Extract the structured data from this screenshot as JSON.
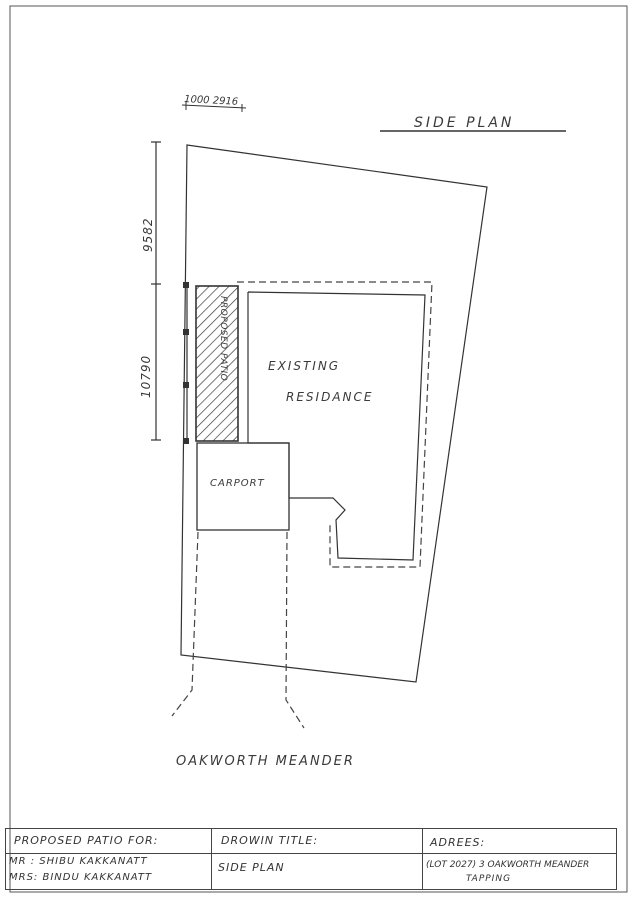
{
  "drawing": {
    "title": "SIDE PLAN",
    "scale_label": "1000 2916",
    "dim_upper": "9582",
    "dim_lower": "10790",
    "label_patio": "PROPOSED PATIO",
    "label_residence_line1": "EXISTING",
    "label_residence_line2": "RESIDANCE",
    "label_carport": "CARPORT",
    "label_street": "OAKWORTH MEANDER"
  },
  "title_block": {
    "for_label": "PROPOSED PATIO FOR:",
    "owner_1": "MR : SHIBU KAKKANATT",
    "owner_2": "MRS: BINDU KAKKANATT",
    "drawing_title_label": "DROWIN TITLE:",
    "drawing_title_value": "SIDE PLAN",
    "address_label": "ADREES:",
    "address_line1": "(LOT 2027) 3 OAKWORTH MEANDER",
    "address_line2": "TAPPING"
  },
  "colors": {
    "ink": "#3a3a3a",
    "paper": "#ffffff"
  }
}
